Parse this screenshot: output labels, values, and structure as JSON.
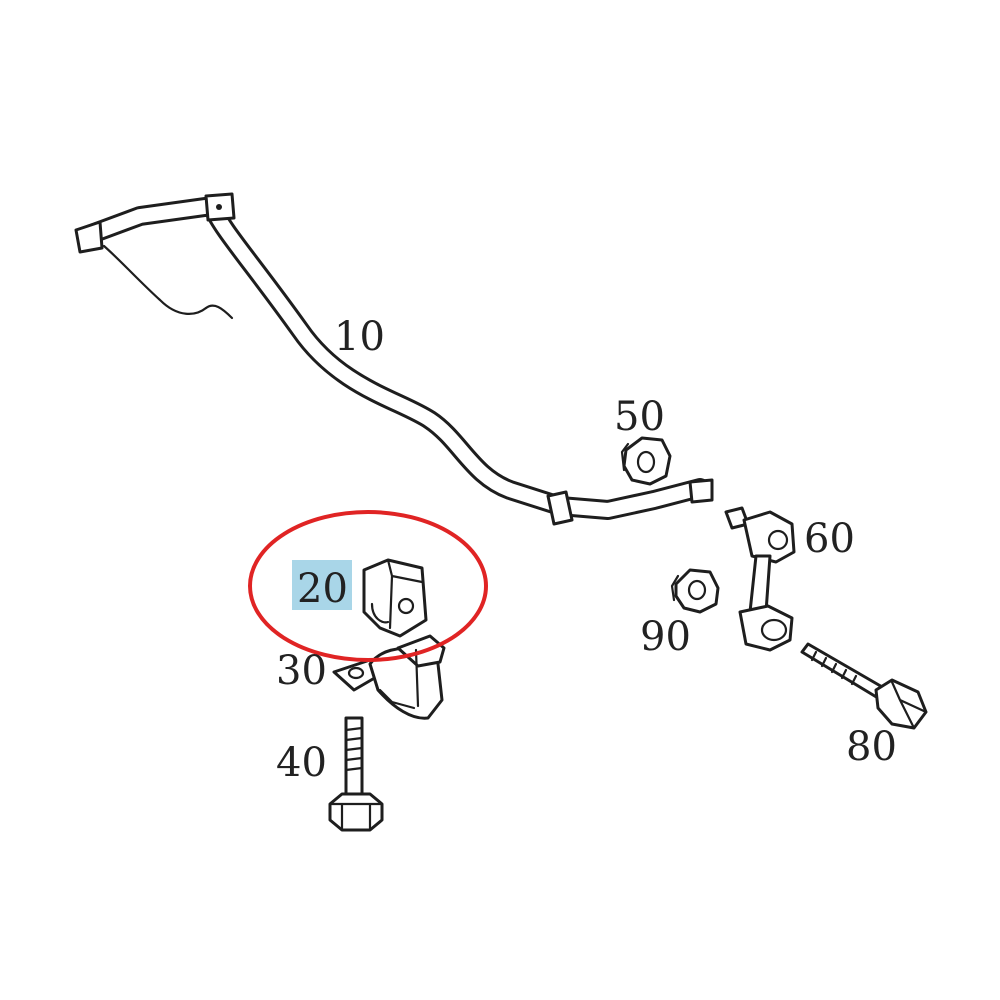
{
  "parts": [
    {
      "id": "10",
      "label": "10"
    },
    {
      "id": "20",
      "label": "20"
    },
    {
      "id": "30",
      "label": "30"
    },
    {
      "id": "40",
      "label": "40"
    },
    {
      "id": "50",
      "label": "50"
    },
    {
      "id": "60",
      "label": "60"
    },
    {
      "id": "80",
      "label": "80"
    },
    {
      "id": "90",
      "label": "90"
    }
  ],
  "highlighted_part": "20",
  "colors": {
    "highlight_fill": "#a9d6e8",
    "circle_stroke": "#e02424",
    "line": "#1e1e1e",
    "label": "#222222"
  }
}
